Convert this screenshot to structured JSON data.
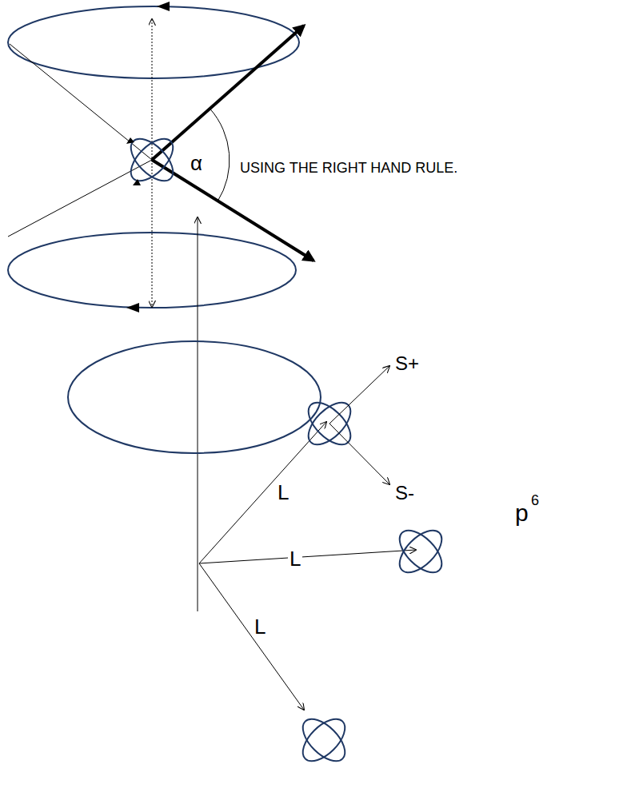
{
  "diagram": {
    "labels": [
      "α",
      "USING THE RIGHT HAND RULE.",
      "S+",
      "S-",
      "p",
      "6",
      "L",
      "L",
      "L"
    ]
  }
}
